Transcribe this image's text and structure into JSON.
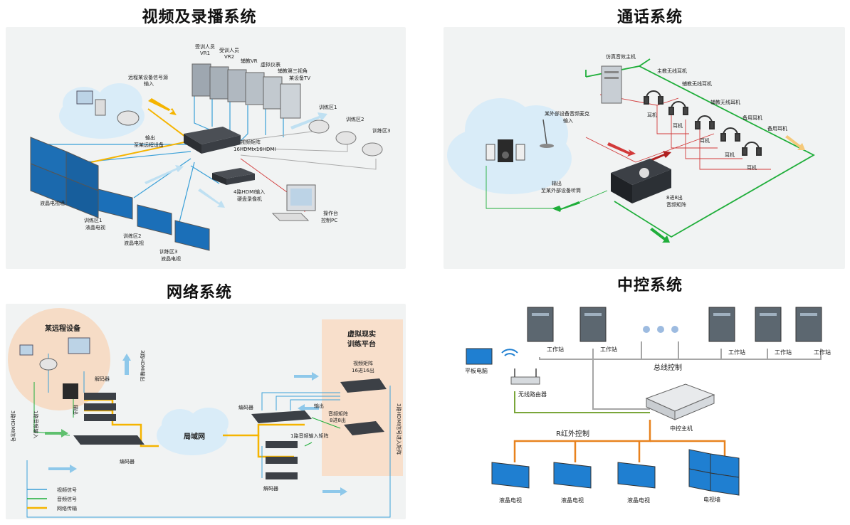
{
  "titles": {
    "video": "视频及录播系统",
    "call": "通话系统",
    "network": "网络系统",
    "central": "中控系统"
  },
  "video": {
    "servers": [
      "受训人员VR1",
      "受训人员VR2",
      "辅教VR",
      "虚拟仪表",
      "辅教第三视角",
      "某设备TV"
    ],
    "server_line1": [
      "受训人员",
      "受训人员",
      "辅教VR",
      "虚拟仪表",
      "辅教第三视角",
      "某设备TV"
    ],
    "server_line2": [
      "VR1",
      "VR2"
    ],
    "remote_signal": [
      "远程某设备信号源",
      "输入"
    ],
    "output_remote": [
      "输出",
      "至某远程设备"
    ],
    "matrix": [
      "视频矩阵",
      "16HDMIx16HDMI"
    ],
    "recorder": [
      "4路HDMI输入",
      "硬盘录像机"
    ],
    "zones": [
      "训练区1",
      "训练区2",
      "训练区3"
    ],
    "console": [
      "操作台",
      "控制PC"
    ],
    "wall": "液晶电视墙",
    "tvs": [
      [
        "训练区1",
        "液晶电视"
      ],
      [
        "训练区2",
        "液晶电视"
      ],
      [
        "训练区3",
        "液晶电视"
      ]
    ]
  },
  "call": {
    "host": "仿真音效主机",
    "headsets": [
      "主教无线耳机",
      "辅教无线耳机",
      "辅教无线耳机",
      "备用耳机",
      "备用耳机"
    ],
    "ear": "耳机",
    "mic": [
      "某外部设备音频麦克",
      "输入"
    ],
    "output": [
      "输出",
      "至某外部设备听筒"
    ],
    "matrix": [
      "8进8出",
      "音频矩阵"
    ]
  },
  "network": {
    "remote": "某远程设备",
    "platform": [
      "虚拟现实",
      "训练平台"
    ],
    "video_matrix": [
      "视频矩阵",
      "16进16出"
    ],
    "audio_matrix": [
      "音频矩阵",
      "8进8出"
    ],
    "decoder": "解码器",
    "encoder": "编码器",
    "lan": "局域网",
    "hdmi_out": "3路HDMI输出",
    "hdmi_in_left": "3路HDMI信号",
    "audio_in": "1路音频输入",
    "audio_out": "输出",
    "audio_in_matrix": "1路音频输入矩阵",
    "hdmi_in_right": "3路HDMI信号进入矩阵",
    "output_label": "输出",
    "legend": [
      "视频信号",
      "音频信号",
      "网络传输"
    ]
  },
  "central": {
    "workstation": "工作站",
    "tablet": "平板电脑",
    "router": "无线路由器",
    "bus": "总线控制",
    "host": "中控主机",
    "ir": "R红外控制",
    "displays": [
      "液晶电视",
      "液晶电视",
      "液晶电视",
      "电视墙"
    ]
  },
  "colors": {
    "video": "#3aa0d8",
    "audio": "#2aa84a",
    "network": "#f5b400",
    "call_green": "#1fae3a",
    "call_red": "#d23a3a",
    "central_orange": "#e8821e",
    "central_gray": "#a6a6a6",
    "central_green": "#7aa63a",
    "cloud": "#d9ecf8",
    "panel_bg": "#f1f3f3",
    "remote_circle": "#f6dcc6",
    "platform_bg": "#f8dfcb"
  }
}
